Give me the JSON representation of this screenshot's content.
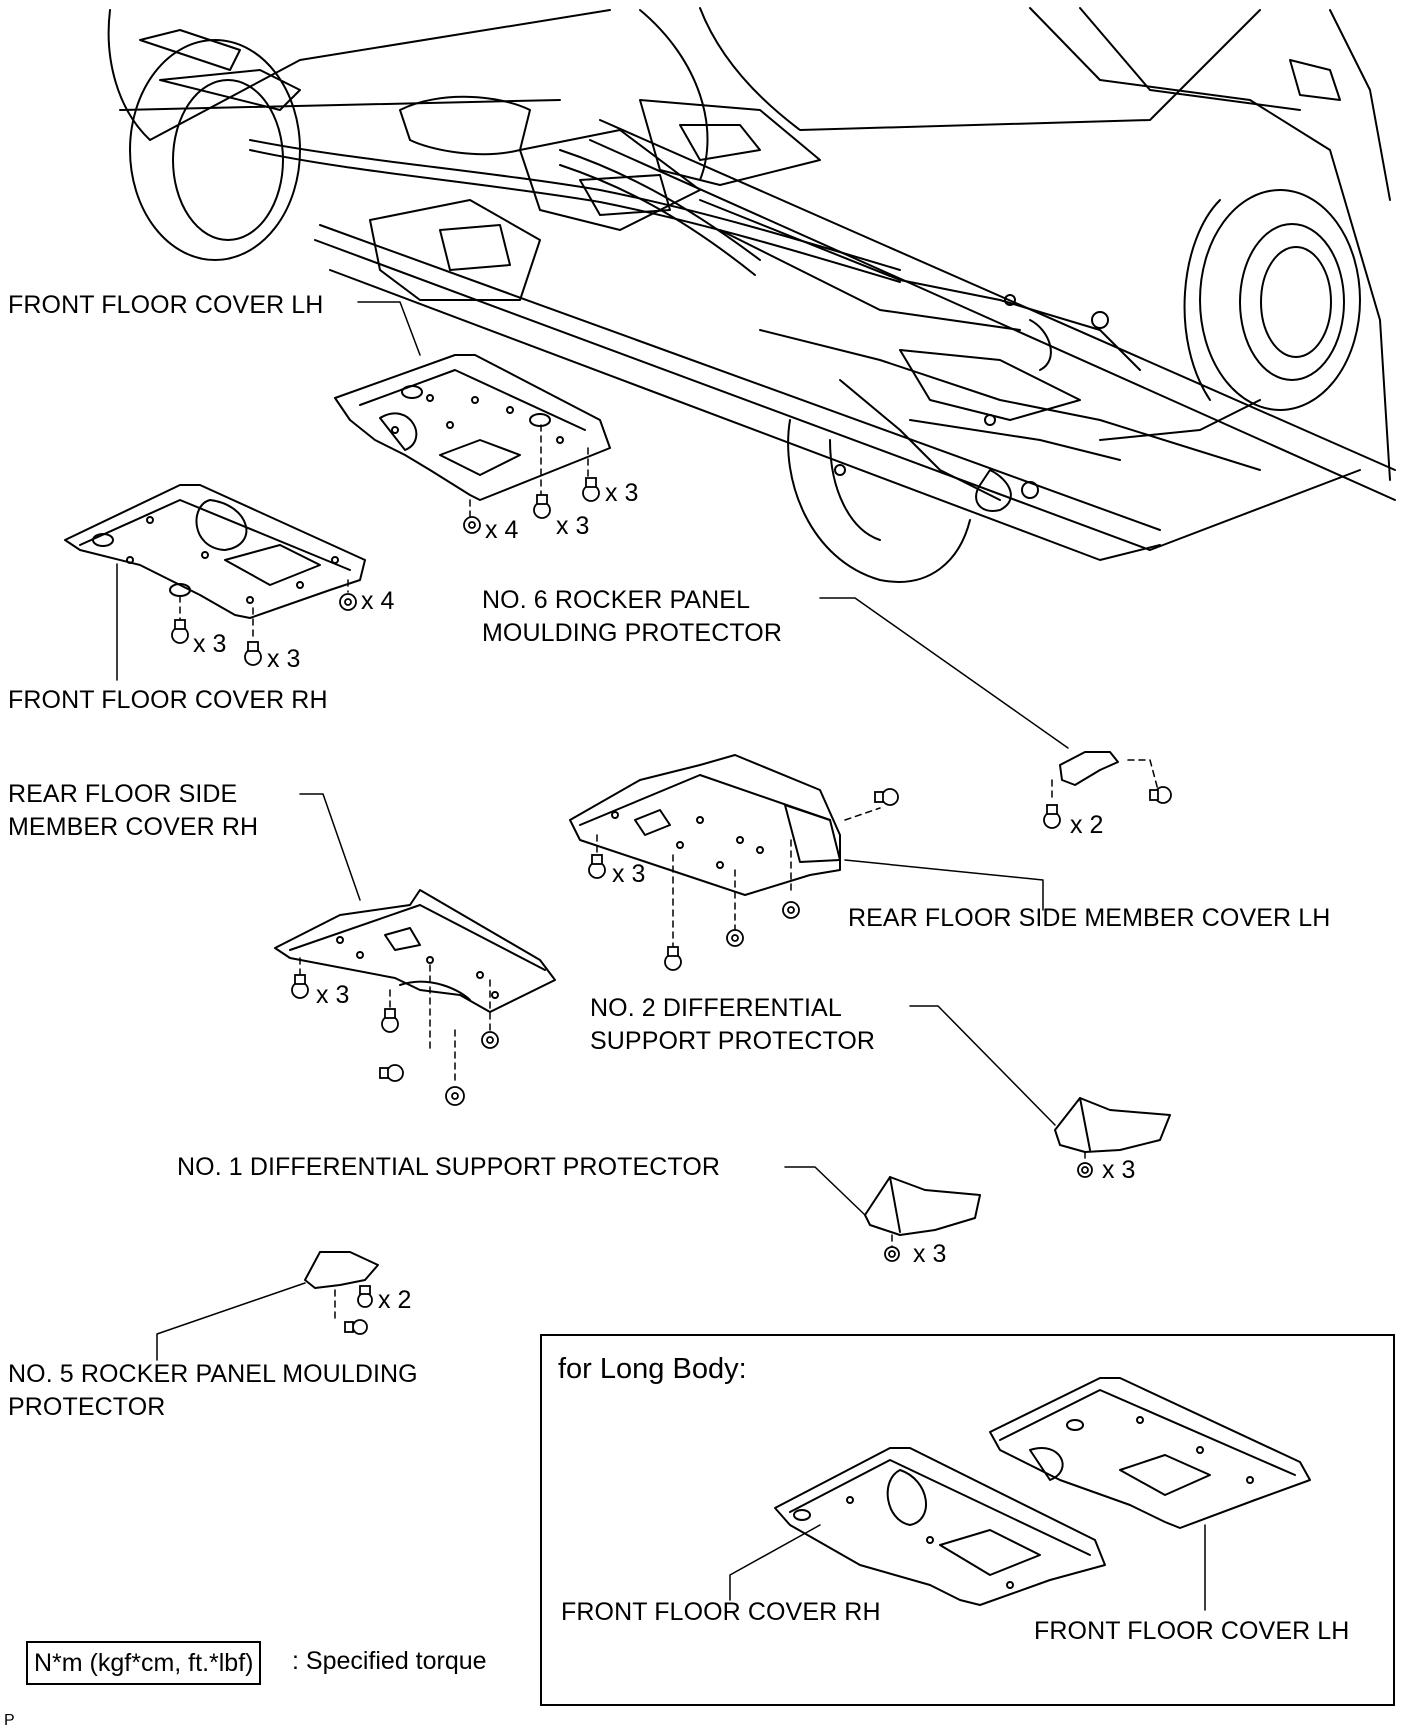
{
  "labels": {
    "front_floor_cover_lh": "FRONT FLOOR COVER LH",
    "front_floor_cover_rh": "FRONT FLOOR COVER RH",
    "no6_rocker_line1": "NO. 6 ROCKER PANEL",
    "no6_rocker_line2": "MOULDING PROTECTOR",
    "rear_side_member_rh_line1": "REAR FLOOR SIDE",
    "rear_side_member_rh_line2": "MEMBER COVER RH",
    "rear_side_member_lh": "REAR FLOOR SIDE MEMBER COVER LH",
    "no2_diff_line1": "NO. 2 DIFFERENTIAL",
    "no2_diff_line2": "SUPPORT PROTECTOR",
    "no1_diff": "NO. 1 DIFFERENTIAL SUPPORT PROTECTOR",
    "no5_rocker_line1": "NO. 5 ROCKER PANEL MOULDING",
    "no5_rocker_line2": "PROTECTOR"
  },
  "quantities": {
    "flh_a": "x 3",
    "flh_b": "x 3",
    "flh_c": "x 4",
    "frh_a": "x 4",
    "frh_b": "x 3",
    "frh_c": "x 3",
    "no6": "x 2",
    "rlh": "x 3",
    "rrh": "x 3",
    "no2": "x 3",
    "no1": "x 3",
    "no5": "x 2"
  },
  "inset": {
    "title": "for Long Body:",
    "front_floor_cover_rh": "FRONT FLOOR COVER RH",
    "front_floor_cover_lh": "FRONT FLOOR COVER LH"
  },
  "legend": {
    "torque_units": "N*m (kgf*cm, ft.*lbf)",
    "torque_text": ": Specified torque"
  },
  "figure_code": "P"
}
